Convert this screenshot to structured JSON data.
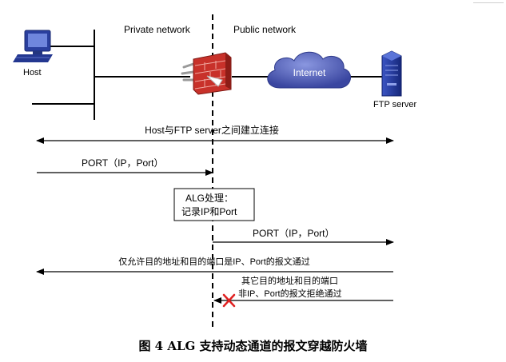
{
  "labels": {
    "private_network": "Private network",
    "public_network": "Public network",
    "host": "Host",
    "internet": "Internet",
    "ftp_server": "FTP server"
  },
  "flows": {
    "establish_connection": "Host与FTP server之间建立连接",
    "port_from_host": "PORT（IP，Port）",
    "alg_box_line1": "ALG处理：",
    "alg_box_line2": "记录IP和Port",
    "port_to_server": "PORT（IP，Port）",
    "allow_return": "仅允许目的地址和目的端口是IP、Port的报文通过",
    "deny_line1": "其它目的地址和目的端口",
    "deny_line2": "非IP、Port的报文拒绝通过"
  },
  "caption": "图 4 ALG 支持动态通道的报文穿越防火墙",
  "colors": {
    "internet_cloud": "#4a58ad",
    "firewall_red": "#c8312a",
    "host_blue": "#2a3f9e",
    "server_blue": "#233a94",
    "deny_cross": "#e02020"
  },
  "icons": [
    "host-computer-icon",
    "firewall-icon",
    "internet-cloud-icon",
    "ftp-server-icon",
    "deny-cross-icon"
  ]
}
